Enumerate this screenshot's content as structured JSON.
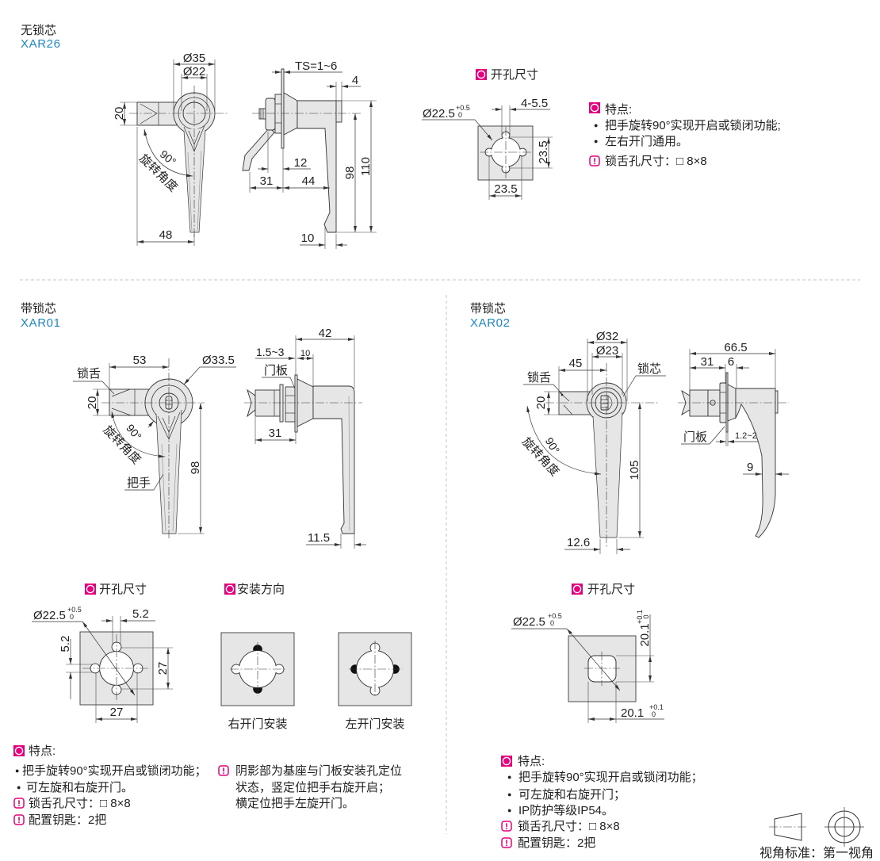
{
  "colors": {
    "accent": "#e4007f",
    "model": "#1e88c5",
    "part_fill": "#e6e6e6",
    "line": "#333333"
  },
  "xar26": {
    "category": "无锁芯",
    "model": "XAR26",
    "front_view": {
      "outer_diameter": "Ø35",
      "inner_diameter": "Ø22",
      "tongue_height": "20",
      "reach": "48",
      "rotation_angle": "90°",
      "rotation_label": "旋转角度"
    },
    "side_view": {
      "panel_thickness": "TS=1~6",
      "cap": "4",
      "cam_offset": "12",
      "rear_depth": "31",
      "front_depth": "44",
      "grip_length": "98",
      "overall_length": "110",
      "tip_width": "10"
    },
    "cutout": {
      "title": "开孔尺寸",
      "diameter": "Ø22.5",
      "tol_upper": "+0.5",
      "tol_lower": "0",
      "slot": "4-5.5",
      "height": "23.5",
      "width": "23.5"
    },
    "features": {
      "title": "特点:",
      "bullets": [
        "把手旋转90°实现开启或锁闭功能;",
        "左右开门通用。"
      ],
      "notes": [
        "锁舌孔尺寸：□ 8×8"
      ]
    }
  },
  "xar01": {
    "category": "带锁芯",
    "model": "XAR01",
    "front_view": {
      "tongue_label": "锁舌",
      "reach": "53",
      "diameter": "Ø33.5",
      "tongue_height": "20",
      "rotation_angle": "90°",
      "rotation_label": "旋转角度",
      "handle_label": "把手",
      "handle_length": "98"
    },
    "side_view": {
      "overall_depth": "42",
      "panel_thickness": "1.5~3",
      "collar": "10",
      "panel_label": "门板",
      "rear_depth": "31",
      "tip_width": "11.5"
    },
    "cutout": {
      "title": "开孔尺寸",
      "diameter": "Ø22.5",
      "tol_upper": "+0.5",
      "tol_lower": "0",
      "slot_width": "5.2",
      "slot_height": "5.2",
      "height": "27",
      "width": "27"
    },
    "mounting": {
      "title": "安装方向",
      "right_door": "右开门安装",
      "left_door": "左开门安装"
    },
    "features": {
      "title": "特点:",
      "bullets": [
        "把手旋转90°实现开启或锁闭功能；",
        "可左旋和右旋开门。"
      ],
      "notes": [
        "锁舌孔尺寸：□ 8×8",
        "配置钥匙：2把"
      ],
      "mounting_note": [
        "阴影部为基座与门板安装孔定位",
        "状态，竖定位把手右旋开启；",
        "横定位把手左旋开门。"
      ]
    }
  },
  "xar02": {
    "category": "带锁芯",
    "model": "XAR02",
    "front_view": {
      "outer_diameter": "Ø32",
      "inner_diameter": "Ø23",
      "reach": "45",
      "tongue_label": "锁舌",
      "core_label": "锁芯",
      "tongue_height": "20",
      "rotation_angle": "90°",
      "rotation_label": "旋转角度",
      "handle_length": "105",
      "tip_width": "12.6"
    },
    "side_view": {
      "overall_depth": "66.5",
      "rear_depth": "31",
      "nut": "6",
      "panel_label": "门板",
      "panel_thickness": "1.2~2",
      "grip_width": "9"
    },
    "cutout": {
      "title": "开孔尺寸",
      "diameter": "Ø22.5",
      "tol_upper": "+0.5",
      "tol_lower": "0",
      "height": "20.1",
      "height_tol_upper": "+0.1",
      "height_tol_lower": "0",
      "width": "20.1",
      "width_tol_upper": "+0.1",
      "width_tol_lower": "0"
    },
    "features": {
      "title": "特点:",
      "bullets": [
        "把手旋转90°实现开启或锁闭功能；",
        "可左旋和右旋开门；",
        "IP防护等级IP54。"
      ],
      "notes": [
        "锁舌孔尺寸：□ 8×8",
        "配置钥匙：2把"
      ]
    }
  },
  "bullet_glyph": "●",
  "view_standard": {
    "label": "视角标准：第一视角"
  }
}
